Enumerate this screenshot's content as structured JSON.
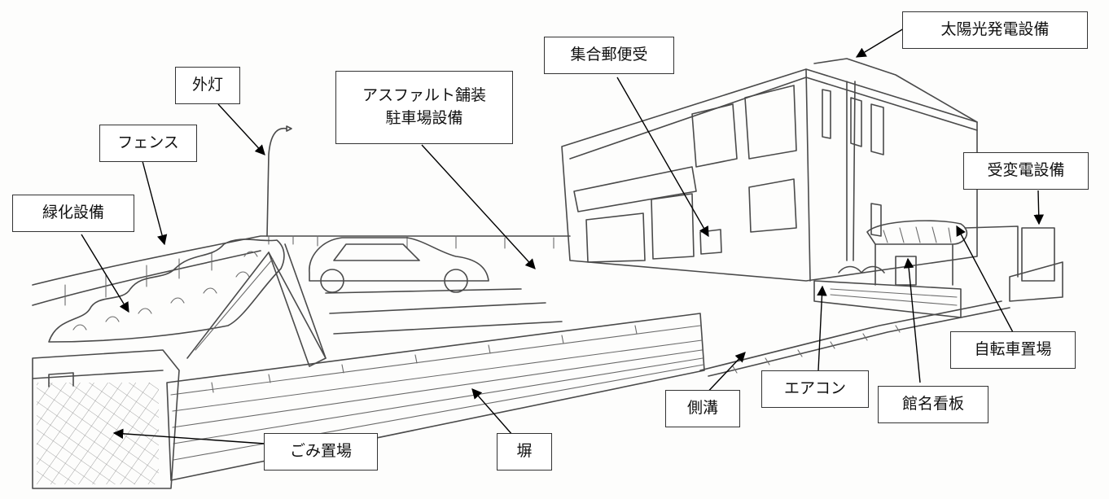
{
  "labels": {
    "solar": "太陽光発電設備",
    "mailbox": "集合郵便受",
    "asphalt": "アスファルト舗装\n駐車場設備",
    "light": "外灯",
    "fence": "フェンス",
    "green": "緑化設備",
    "substation": "受変電設備",
    "bicycle": "自転車置場",
    "aircon": "エアコン",
    "gutter": "側溝",
    "nameplate": "館名看板",
    "garbage": "ごみ置場",
    "wall": "塀"
  }
}
